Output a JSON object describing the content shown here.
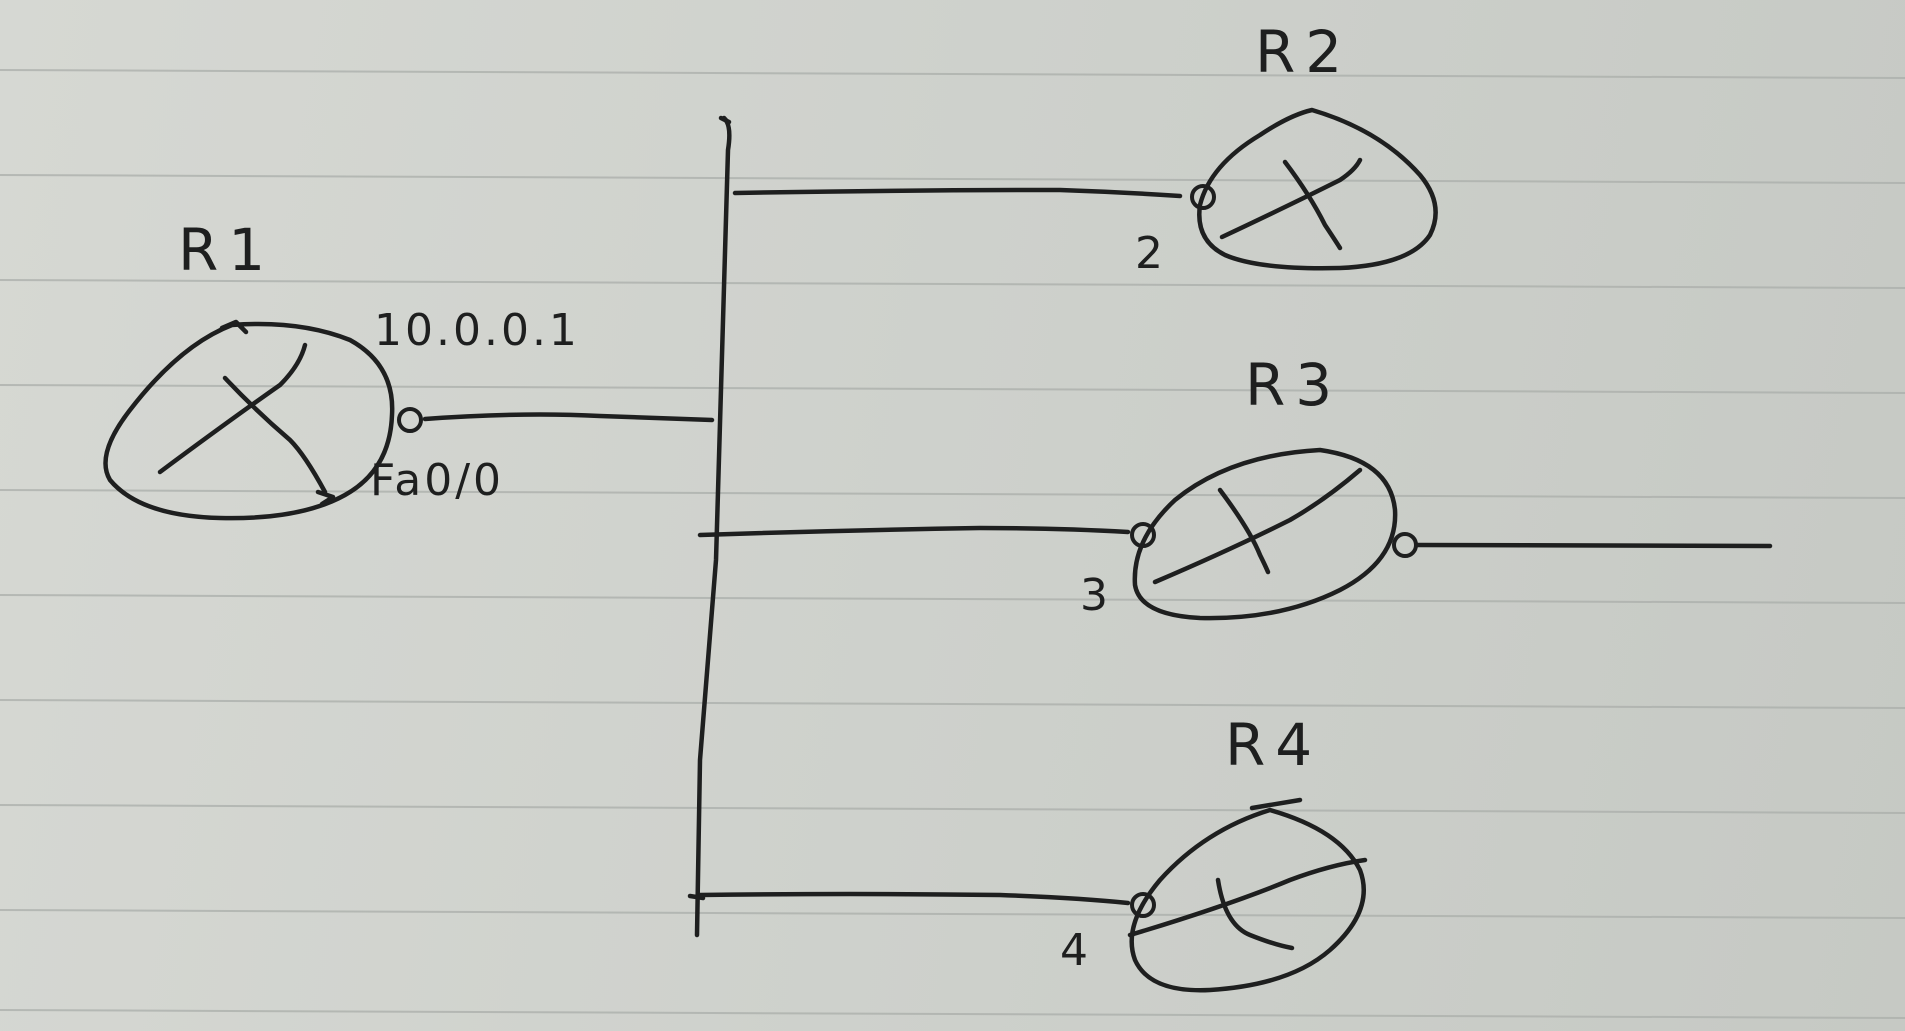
{
  "diagram": {
    "routers": [
      {
        "id": "r1",
        "label": "R1"
      },
      {
        "id": "r2",
        "label": "R2",
        "port_label": "2"
      },
      {
        "id": "r3",
        "label": "R3",
        "port_label": "3"
      },
      {
        "id": "r4",
        "label": "R4",
        "port_label": "4"
      }
    ],
    "r1_ip_label": "10.0.0.1",
    "r1_interface_label": "Fa0/0"
  },
  "colors": {
    "ink": "#1e1f1f",
    "paper": "#cfd1cc",
    "rule_line": "#a9aea9"
  }
}
